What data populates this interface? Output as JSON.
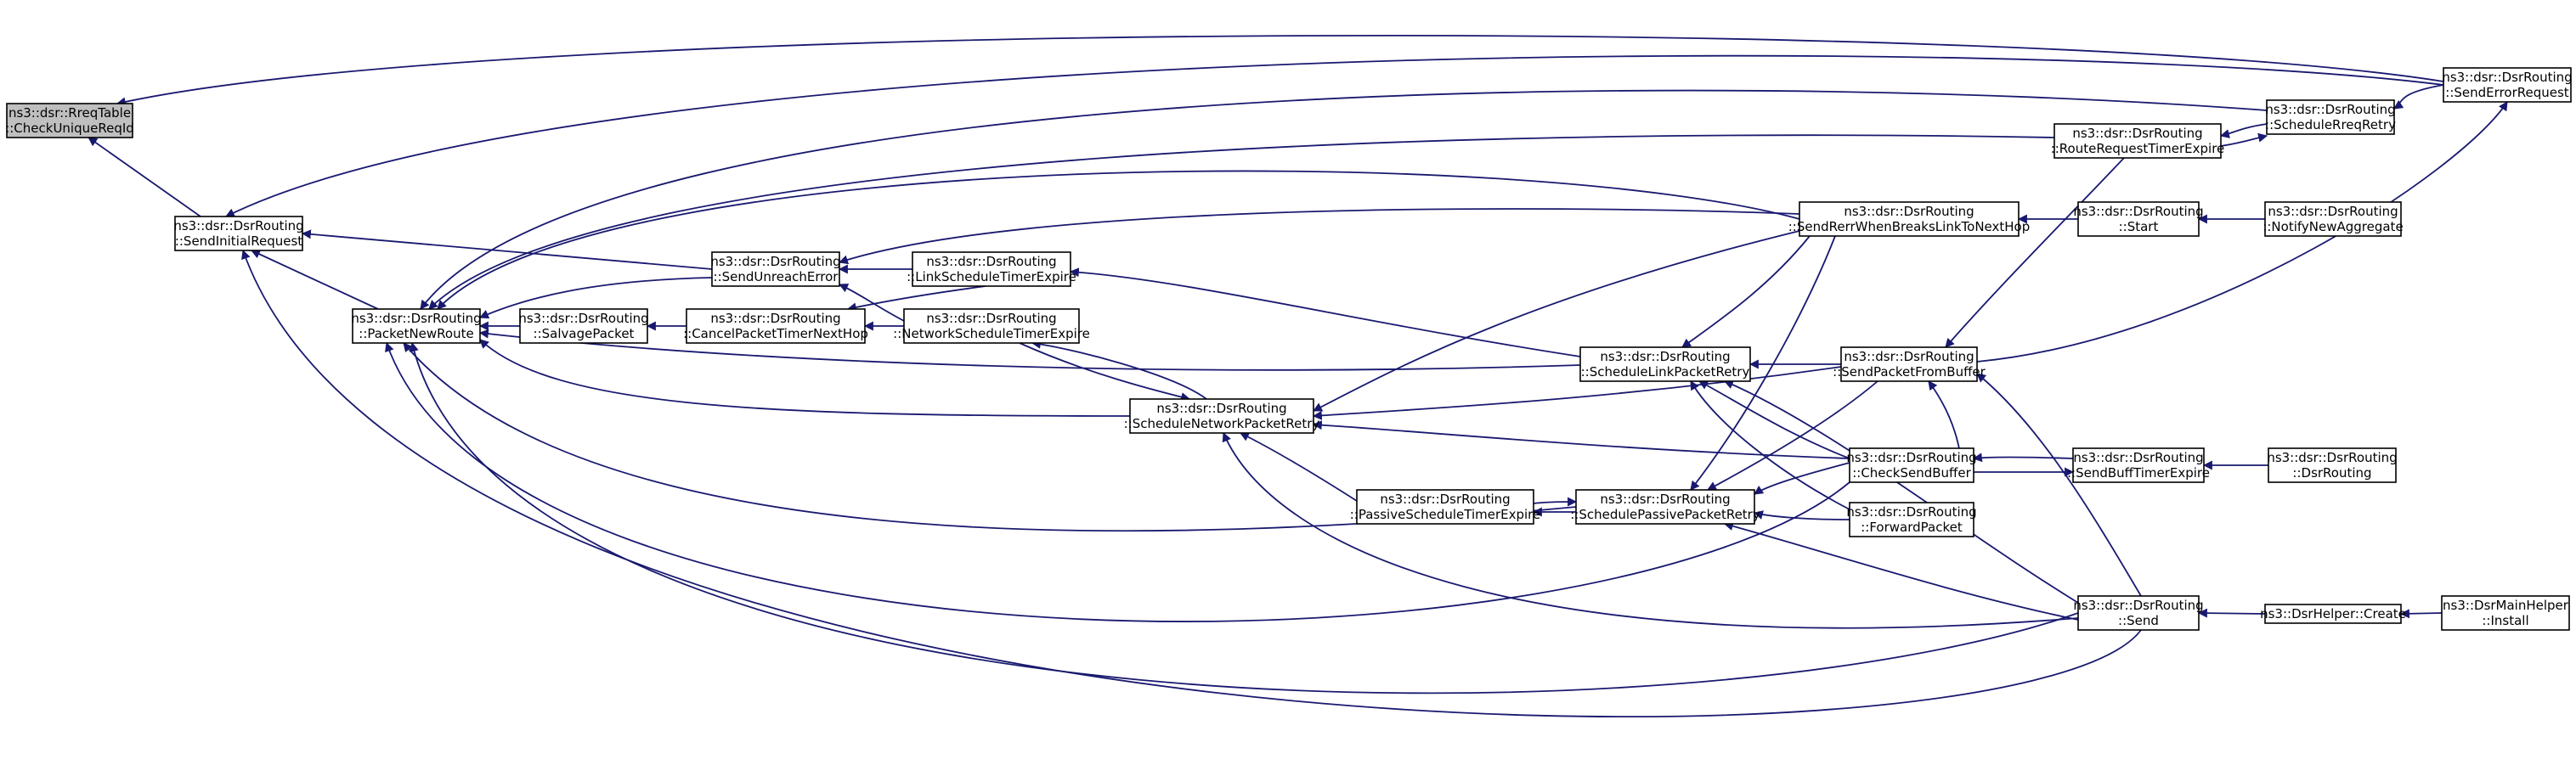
{
  "diagram": {
    "title": "",
    "colors": {
      "edge": "#191970",
      "root_fill": "#bfbfbf",
      "node_fill": "#ffffff"
    },
    "nodes": [
      {
        "id": "checkUniqueReqId",
        "lines": [
          "ns3::dsr::RreqTable",
          "::CheckUniqueReqId"
        ],
        "root": true
      },
      {
        "id": "sendInitialRequest",
        "lines": [
          "ns3::dsr::DsrRouting",
          "::SendInitialRequest"
        ]
      },
      {
        "id": "packetNewRoute",
        "lines": [
          "ns3::dsr::DsrRouting",
          "::PacketNewRoute"
        ]
      },
      {
        "id": "sendUnreachError",
        "lines": [
          "ns3::dsr::DsrRouting",
          "::SendUnreachError"
        ]
      },
      {
        "id": "salvagePacket",
        "lines": [
          "ns3::dsr::DsrRouting",
          "::SalvagePacket"
        ]
      },
      {
        "id": "cancelPacketTimerNextHop",
        "lines": [
          "ns3::dsr::DsrRouting",
          "::CancelPacketTimerNextHop"
        ]
      },
      {
        "id": "linkScheduleTimerExpire",
        "lines": [
          "ns3::dsr::DsrRouting",
          "::LinkScheduleTimerExpire"
        ]
      },
      {
        "id": "networkScheduleTimerExpire",
        "lines": [
          "ns3::dsr::DsrRouting",
          "::NetworkScheduleTimerExpire"
        ]
      },
      {
        "id": "scheduleNetworkPacketRetry",
        "lines": [
          "ns3::dsr::DsrRouting",
          "::ScheduleNetworkPacketRetry"
        ]
      },
      {
        "id": "passiveScheduleTimerExpire",
        "lines": [
          "ns3::dsr::DsrRouting",
          "::PassiveScheduleTimerExpire"
        ]
      },
      {
        "id": "scheduleLinkPacketRetry",
        "lines": [
          "ns3::dsr::DsrRouting",
          "::ScheduleLinkPacketRetry"
        ]
      },
      {
        "id": "schedulePassivePacketRetry",
        "lines": [
          "ns3::dsr::DsrRouting",
          "::SchedulePassivePacketRetry"
        ]
      },
      {
        "id": "sendRerrWhenBreaksLinkToNextHop",
        "lines": [
          "ns3::dsr::DsrRouting",
          "::SendRerrWhenBreaksLinkToNextHop"
        ]
      },
      {
        "id": "sendPacketFromBuffer",
        "lines": [
          "ns3::dsr::DsrRouting",
          "::SendPacketFromBuffer"
        ]
      },
      {
        "id": "checkSendBuffer",
        "lines": [
          "ns3::dsr::DsrRouting",
          "::CheckSendBuffer"
        ]
      },
      {
        "id": "forwardPacket",
        "lines": [
          "ns3::dsr::DsrRouting",
          "::ForwardPacket"
        ]
      },
      {
        "id": "routeRequestTimerExpire",
        "lines": [
          "ns3::dsr::DsrRouting",
          "::RouteRequestTimerExpire"
        ]
      },
      {
        "id": "scheduleRreqRetry",
        "lines": [
          "ns3::dsr::DsrRouting",
          "::ScheduleRreqRetry"
        ]
      },
      {
        "id": "sendErrorRequest",
        "lines": [
          "ns3::dsr::DsrRouting",
          "::SendErrorRequest"
        ]
      },
      {
        "id": "start",
        "lines": [
          "ns3::dsr::DsrRouting",
          "::Start"
        ]
      },
      {
        "id": "notifyNewAggregate",
        "lines": [
          "ns3::dsr::DsrRouting",
          "::NotifyNewAggregate"
        ]
      },
      {
        "id": "sendBuffTimerExpire",
        "lines": [
          "ns3::dsr::DsrRouting",
          "::SendBuffTimerExpire"
        ]
      },
      {
        "id": "dsrRoutingCtor",
        "lines": [
          "ns3::dsr::DsrRouting",
          "::DsrRouting"
        ]
      },
      {
        "id": "send",
        "lines": [
          "ns3::dsr::DsrRouting",
          "::Send"
        ]
      },
      {
        "id": "dsrHelperCreate",
        "lines": [
          "ns3::DsrHelper::Create"
        ]
      },
      {
        "id": "dsrMainHelperInstall",
        "lines": [
          "ns3::DsrMainHelper",
          "::Install"
        ]
      }
    ]
  }
}
